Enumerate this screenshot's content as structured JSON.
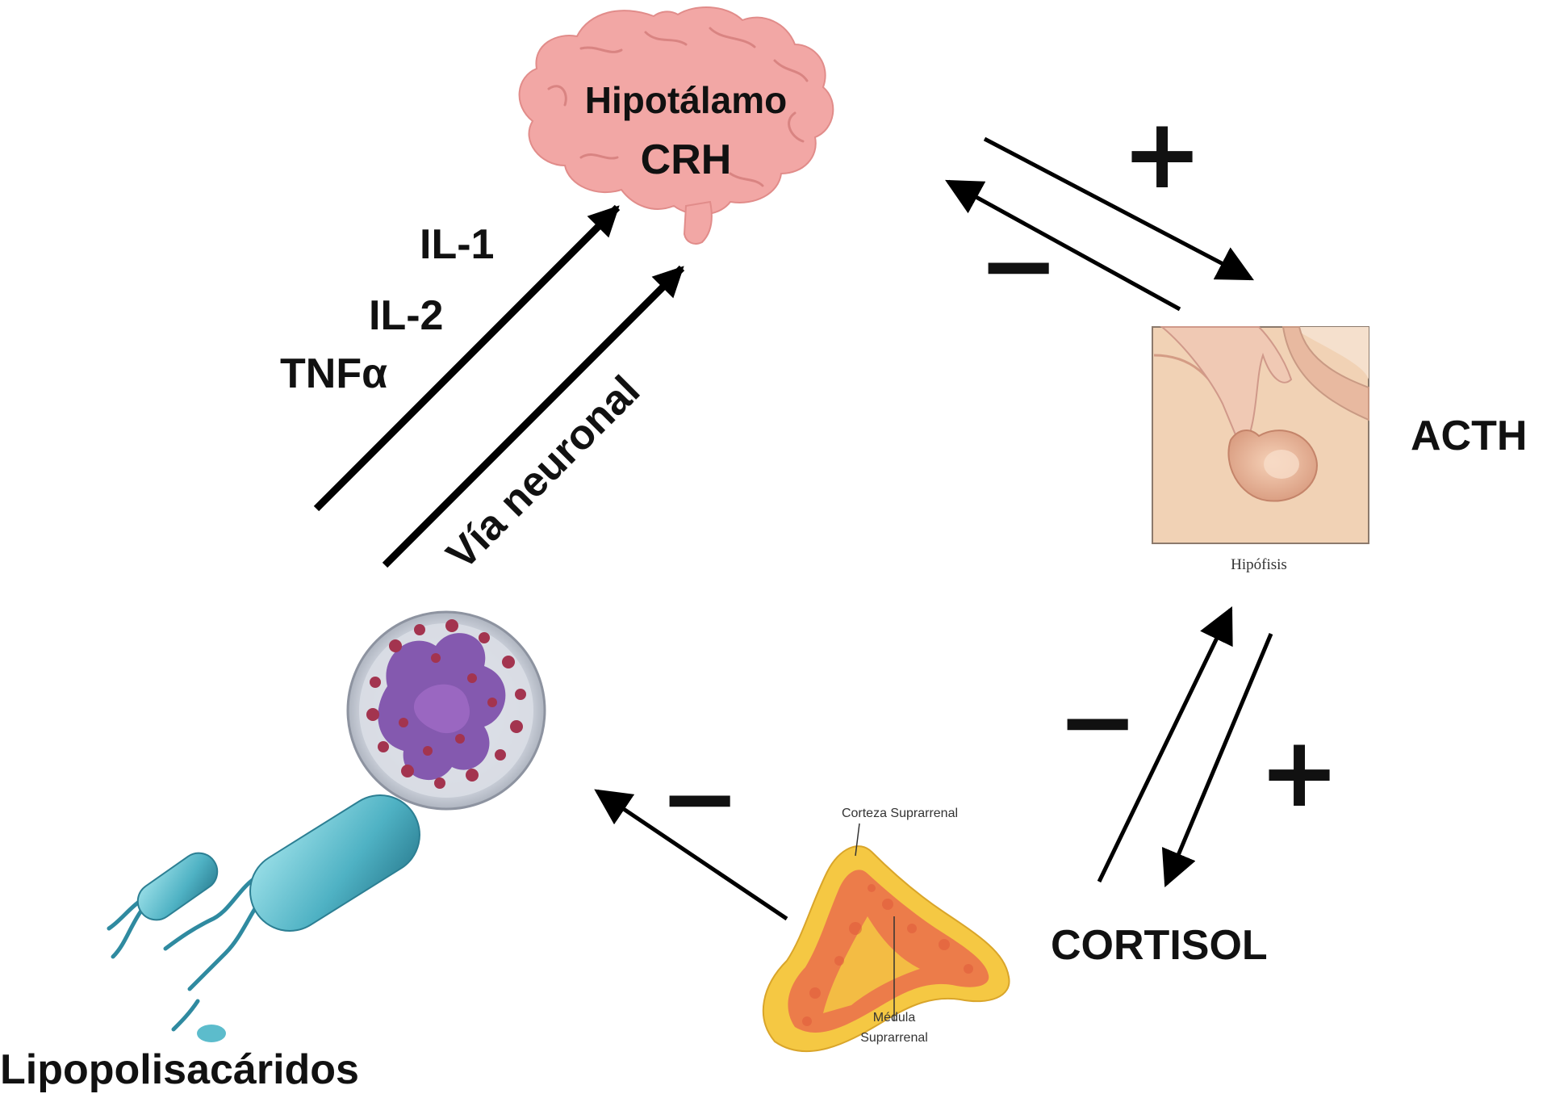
{
  "hypothalamus": {
    "title": "Hipotálamo",
    "hormone": "CRH"
  },
  "cytokines": {
    "il1": "IL-1",
    "il2": "IL-2",
    "tnf": "TNFα"
  },
  "neural_route": "Vía neuronal",
  "pituitary": {
    "caption": "Hipófisis",
    "hormone": "ACTH"
  },
  "adrenal": {
    "cortex_label": "Corteza Suprarrenal",
    "medulla_line1": "Médula",
    "medulla_line2": "Suprarrenal",
    "hormone": "CORTISOL"
  },
  "stimulus": "Lipopolisacáridos",
  "signs": {
    "plus": "+",
    "minus": "−"
  },
  "colors": {
    "brain": "#f2a7a5",
    "arrow": "#000000",
    "adrenal_outer": "#f5c843",
    "adrenal_inner": "#ec7c4a",
    "bacteria": "#5cbccc",
    "leukocyte_nucleus": "#7a4aa8",
    "pituitary_bg": "#f1d2b5"
  }
}
